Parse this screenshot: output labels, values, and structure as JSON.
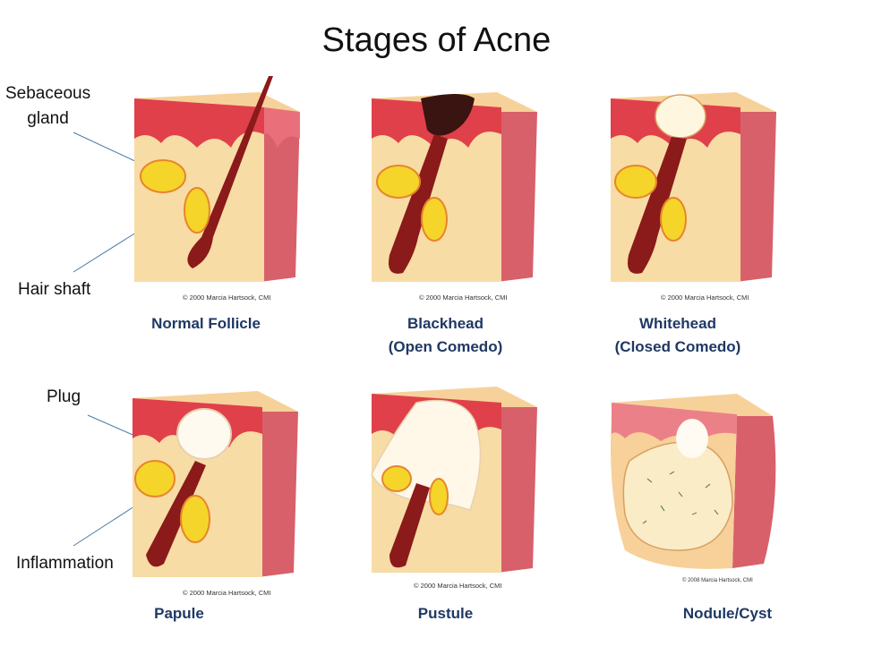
{
  "title": "Stages of Acne",
  "annotations": {
    "sebaceous_gland": "Sebaceous\ngland",
    "sebaceous_line1": "Sebaceous",
    "sebaceous_line2": "gland",
    "hair_shaft": "Hair shaft",
    "plug": "Plug",
    "inflammation": "Inflammation"
  },
  "stages": [
    {
      "name": "Normal Follicle",
      "subtitle": "",
      "credit": "© 2000  Marcia Hartsock, CMI"
    },
    {
      "name": "Blackhead",
      "subtitle": "(Open Comedo)",
      "credit": "© 2000  Marcia Hartsock, CMI"
    },
    {
      "name": "Whitehead",
      "subtitle": "(Closed Comedo)",
      "credit": "© 2000  Marcia Hartsock, CMI"
    },
    {
      "name": "Papule",
      "subtitle": "",
      "credit": "© 2000  Marcia Hartsock, CMI"
    },
    {
      "name": "Pustule",
      "subtitle": "",
      "credit": "© 2000  Marcia Hartsock, CMI"
    },
    {
      "name": "Nodule/Cyst",
      "subtitle": "",
      "credit": "© 2008  Marcia Hartsock, CMI"
    }
  ],
  "colors": {
    "stage_title": "#1f3864",
    "skin_top": "#f6d29a",
    "skin_body": "#f7dca6",
    "epidermis": "#e0404a",
    "side": "#d8606a",
    "gland": "#f5d52a",
    "follicle": "#8b1a1a",
    "leader_line": "#4a7aa8"
  }
}
